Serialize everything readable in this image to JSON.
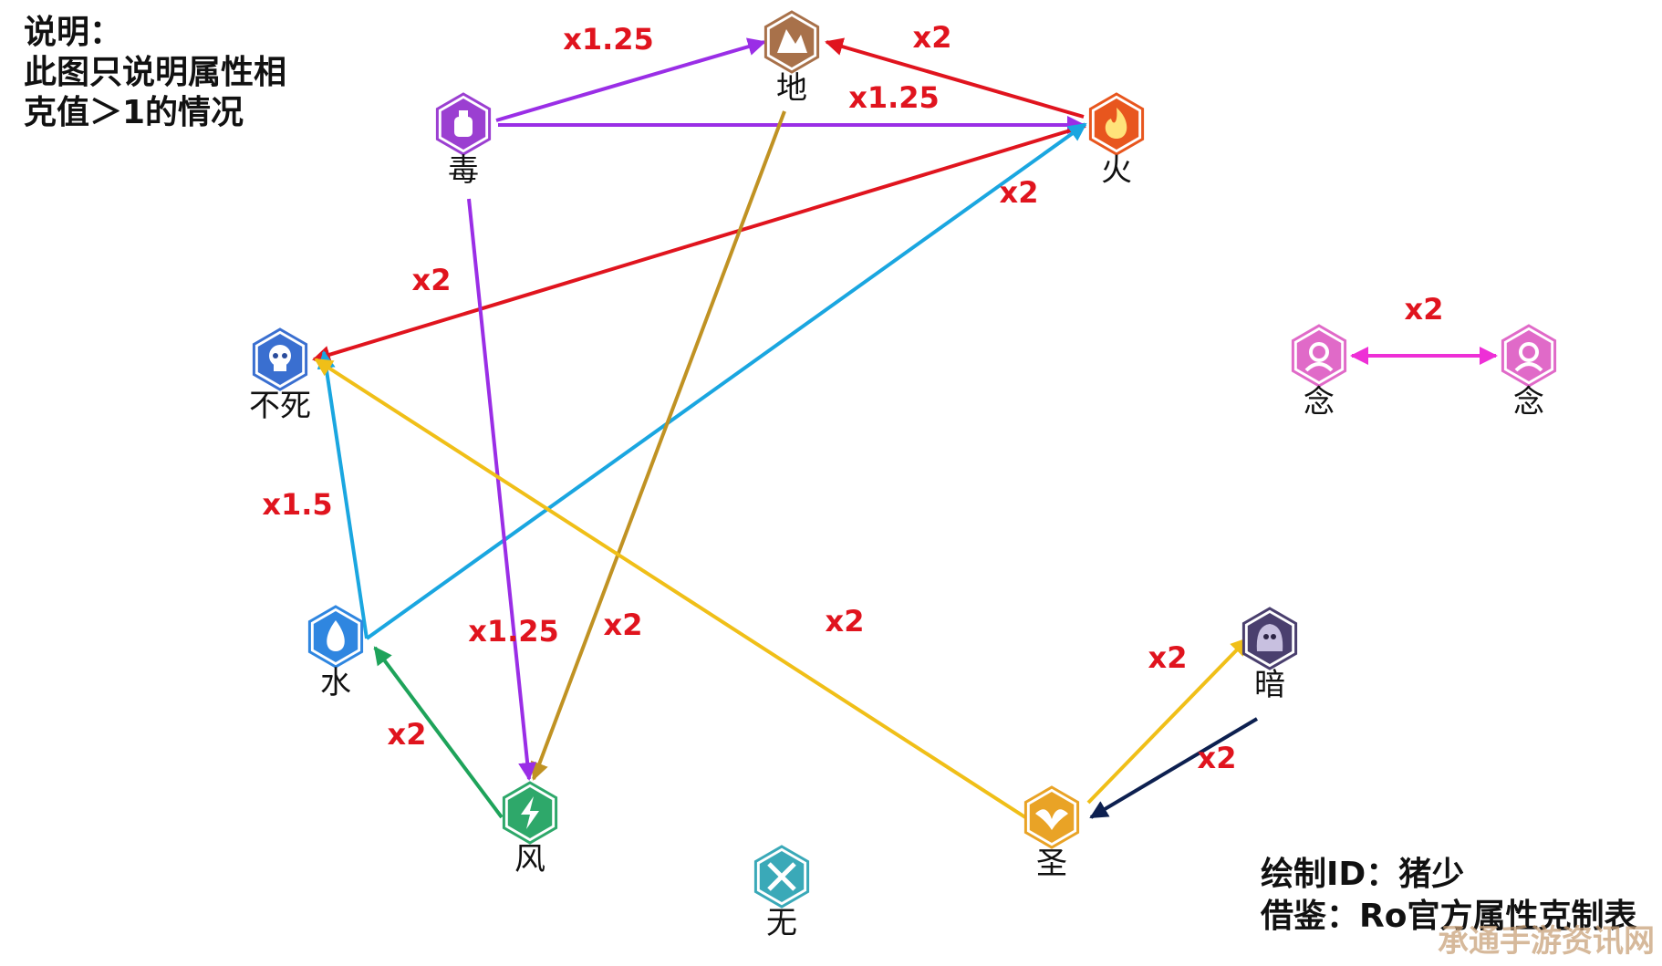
{
  "note": {
    "title": "说明：",
    "lines": [
      "此图只说明属性相",
      "克值＞1的情况"
    ]
  },
  "credit": {
    "author": "绘制ID：猪少",
    "source": "借鉴：Ro官方属性克制表"
  },
  "watermark": "承通手游资讯网",
  "nodes": [
    {
      "id": "earth",
      "label": "地",
      "icon": "earth-icon",
      "color": "#a8714a"
    },
    {
      "id": "poison",
      "label": "毒",
      "icon": "poison-icon",
      "color": "#9b3fd1"
    },
    {
      "id": "fire",
      "label": "火",
      "icon": "fire-icon",
      "color": "#e8561e"
    },
    {
      "id": "undead",
      "label": "不死",
      "icon": "skull-icon",
      "color": "#3a6fd0"
    },
    {
      "id": "water",
      "label": "水",
      "icon": "water-icon",
      "color": "#2f86e0"
    },
    {
      "id": "wind",
      "label": "风",
      "icon": "wind-icon",
      "color": "#2ea86a"
    },
    {
      "id": "neutral",
      "label": "无",
      "icon": "neutral-icon",
      "color": "#3aa9b8"
    },
    {
      "id": "holy",
      "label": "圣",
      "icon": "holy-icon",
      "color": "#e9a326"
    },
    {
      "id": "dark",
      "label": "暗",
      "icon": "dark-icon",
      "color": "#4a3f6e"
    },
    {
      "id": "ghost1",
      "label": "念",
      "icon": "ghost-icon",
      "color": "#e06ac8"
    },
    {
      "id": "ghost2",
      "label": "念",
      "icon": "ghost-icon",
      "color": "#e06ac8"
    }
  ],
  "edges": [
    {
      "from": "poison",
      "to": "earth",
      "label": "x1.25",
      "color": "#9a2ee6"
    },
    {
      "from": "poison",
      "to": "fire",
      "label": "x1.25",
      "color": "#9a2ee6"
    },
    {
      "from": "fire",
      "to": "earth",
      "label": "x2",
      "color": "#e0141e"
    },
    {
      "from": "fire",
      "to": "undead",
      "label": "x2",
      "color": "#e0141e"
    },
    {
      "from": "water",
      "to": "fire",
      "label": "x2",
      "color": "#1aa6e0"
    },
    {
      "from": "water",
      "to": "undead",
      "label": "x1.5",
      "color": "#1aa6e0"
    },
    {
      "from": "earth",
      "to": "wind",
      "label": "x2",
      "color": "#c09223"
    },
    {
      "from": "poison",
      "to": "wind",
      "label": "x1.25",
      "color": "#9a2ee6"
    },
    {
      "from": "wind",
      "to": "water",
      "label": "x2",
      "color": "#1ea35a"
    },
    {
      "from": "holy",
      "to": "undead",
      "label": "x2",
      "color": "#f0bf18"
    },
    {
      "from": "holy",
      "to": "dark",
      "label": "x2",
      "color": "#f0bf18"
    },
    {
      "from": "dark",
      "to": "holy",
      "label": "x2",
      "color": "#0d2050"
    },
    {
      "from": "ghost1",
      "to": "ghost2",
      "label": "x2",
      "color": "#ee2fd6",
      "bidirectional": true
    }
  ]
}
